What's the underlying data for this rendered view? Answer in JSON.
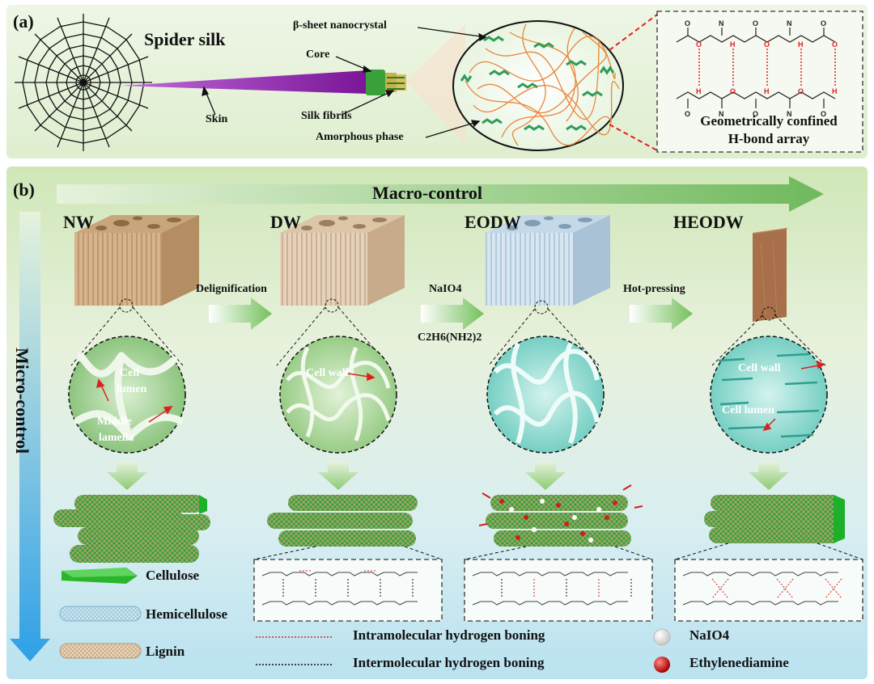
{
  "panel_a": {
    "letter": "(a)",
    "title": "Spider silk",
    "labels": {
      "beta_sheet": "β-sheet nanocrystal",
      "core": "Core",
      "skin": "Skin",
      "silk_fibrils": "Silk fibrils",
      "amorphous": "Amorphous phase"
    },
    "hbond_caption": [
      "Geometrically confined",
      "H-bond array"
    ]
  },
  "panel_b": {
    "letter": "(b)",
    "macro": "Macro-control",
    "micro": "Micro-control",
    "stages": [
      "NW",
      "DW",
      "EODW",
      "HEODW"
    ],
    "steps": {
      "delig": "Delignification",
      "naio4": "NaIO4",
      "ethyl": "C2H6(NH2)2",
      "hot": "Hot-pressing"
    },
    "nw_zoom": {
      "cell": "Cell",
      "lumen": "lumen",
      "middle": "Middle",
      "lamella": "lamella"
    },
    "dw_zoom": {
      "cell_wall": "Cell wall"
    },
    "heodw_zoom": {
      "cell_wall": "Cell wall",
      "cell_lumen": "Cell lumen"
    },
    "legend": {
      "cellulose": "Cellulose",
      "hemicellulose": "Hemicellulose",
      "lignin": "Lignin",
      "intra": "Intramolecular hydrogen boning",
      "inter": "Intermolecular hydrogen boning",
      "naio4": "NaIO4",
      "ethylenediamine": "Ethylenediamine"
    }
  },
  "colors": {
    "purple": "#8a1fa8",
    "core_green": "#3aa13a",
    "fiber_orange": "#e8863a",
    "beta_green": "#2e9c5a",
    "arrow_green": "#7cc16a",
    "arrow_blue": "#3aa6e0",
    "wood_tan": "#c9a57c",
    "dw_tan": "#d8bfa0",
    "eodw_blue": "#b9d3e6",
    "heodw_brown": "#a8704a",
    "zoom_green": "#9fcf8f",
    "zoom_teal": "#8fd6cc",
    "red": "#e02020"
  }
}
